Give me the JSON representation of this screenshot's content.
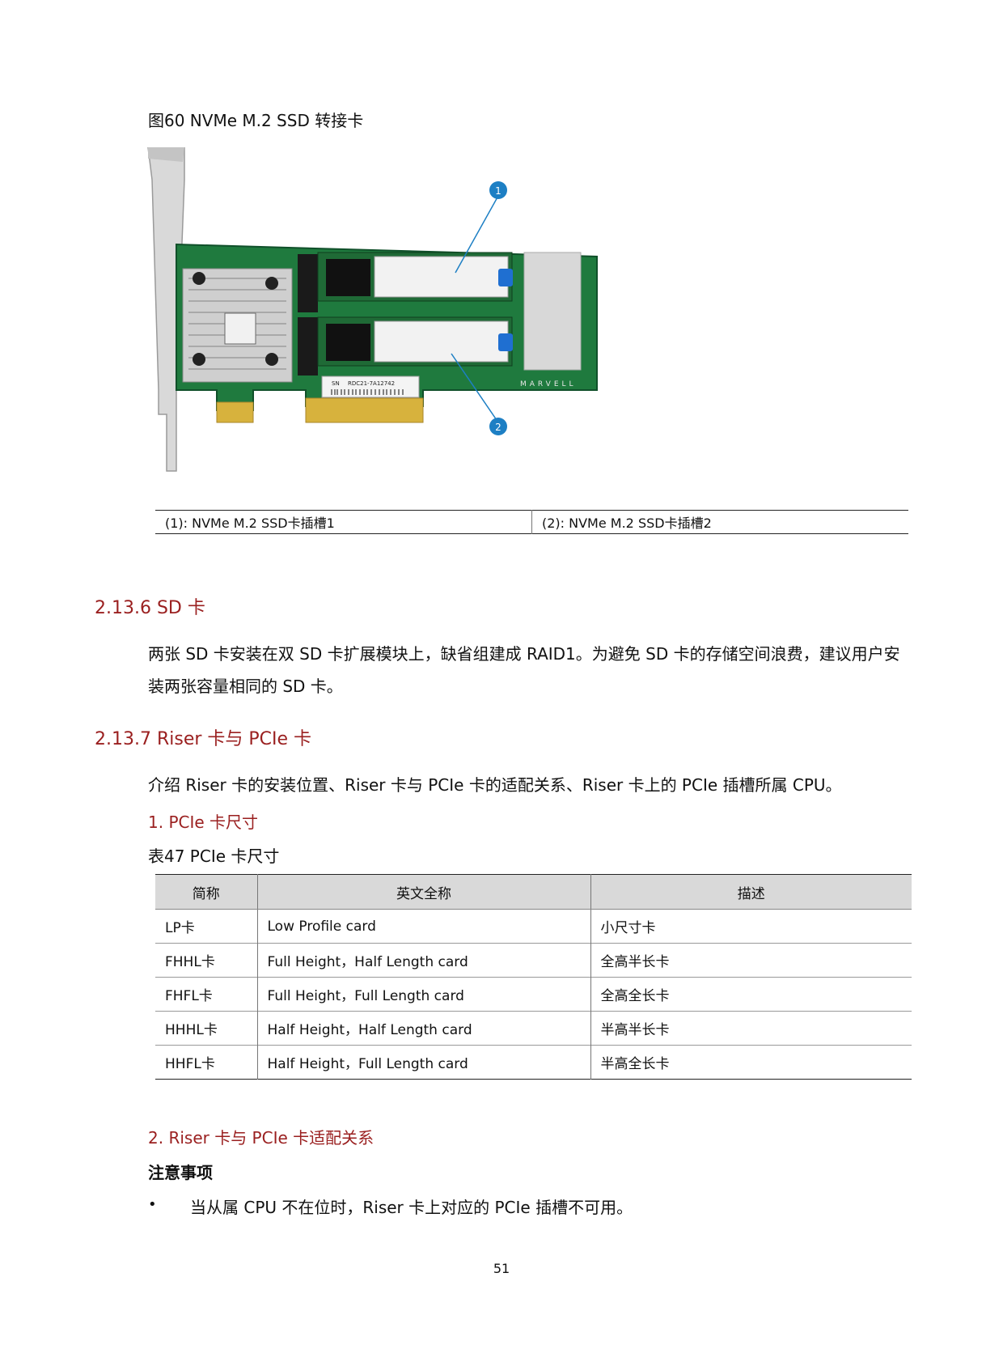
{
  "figure": {
    "caption": "图60  NVMe M.2 SSD 转接卡",
    "callouts": [
      "1",
      "2"
    ],
    "labels": [
      "(1): NVMe M.2 SSD卡插槽1",
      "(2): NVMe M.2 SSD卡插槽2"
    ],
    "board_text": {
      "sn": "SN",
      "serial": "RDC21-7A12742",
      "brand": "MARVELL"
    }
  },
  "section_sd": {
    "heading": "2.13.6  SD 卡",
    "paragraph": "两张 SD 卡安装在双 SD 卡扩展模块上，缺省组建成 RAID1。为避免 SD 卡的存储空间浪费，建议用户安装两张容量相同的 SD 卡。"
  },
  "section_riser": {
    "heading": "2.13.7  Riser 卡与 PCIe 卡",
    "paragraph": "介绍 Riser 卡的安装位置、Riser 卡与 PCIe 卡的适配关系、Riser 卡上的 PCIe 插槽所属 CPU。",
    "sub1": "1. PCIe 卡尺寸",
    "table_caption": "表47  PCIe 卡尺寸",
    "table": {
      "headers": [
        "简称",
        "英文全称",
        "描述"
      ],
      "rows": [
        [
          "LP卡",
          "Low Profile card",
          "小尺寸卡"
        ],
        [
          "FHHL卡",
          "Full Height，Half Length card",
          "全高半长卡"
        ],
        [
          "FHFL卡",
          "Full Height，Full Length card",
          "全高全长卡"
        ],
        [
          "HHHL卡",
          "Half Height，Half Length card",
          "半高半长卡"
        ],
        [
          "HHFL卡",
          "Half Height，Full Length card",
          "半高全长卡"
        ]
      ]
    },
    "sub2": "2. Riser 卡与 PCIe 卡适配关系",
    "note_title": "注意事项",
    "bullet_symbol": "•",
    "bullet": "当从属 CPU 不在位时，Riser 卡上对应的 PCIe 插槽不可用。"
  },
  "page_number": "51"
}
